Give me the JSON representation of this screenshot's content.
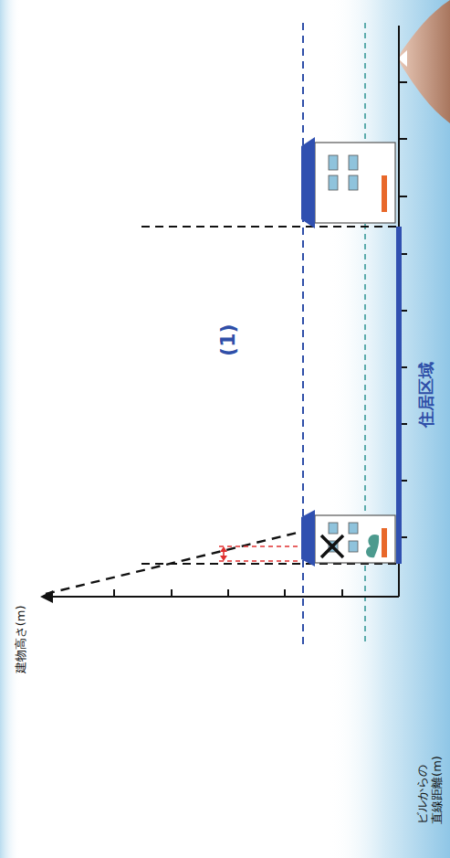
{
  "diagram": {
    "labels": [
      "(1)",
      "建物高さ(m)",
      "住居区域",
      "ビルからの 直線距離(m)"
    ]
  }
}
